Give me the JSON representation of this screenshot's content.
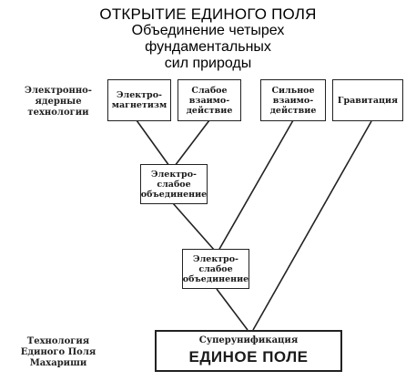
{
  "title": {
    "line1": "ОТКРЫТИЕ ЕДИНОГО ПОЛЯ",
    "line2": "Объединение четырех",
    "line3": "фундаментальных",
    "line4": "сил природы"
  },
  "side_labels": {
    "top": "Электронно-\nядерные\nтехнологии",
    "bottom": "Технология\nЕдиного Поля\nМахариши"
  },
  "forces": {
    "electromagnetism": "Электро-\nмагнетизм",
    "weak": "Слабое\nвзаимо-\nдействие",
    "strong": "Сильное\nвзаимо-\nдействие",
    "gravity": "Гравитация"
  },
  "unions": {
    "electroweak": "Электро-\nслабое\nобъединение",
    "grand": "Электро-\nслабое\nобъединение"
  },
  "final": {
    "supra": "Суперунификация",
    "field": "ЕДИНОЕ ПОЛЕ"
  },
  "colors": {
    "ink": "#222222",
    "background": "#ffffff",
    "faint_text": "#b8b8b8"
  }
}
